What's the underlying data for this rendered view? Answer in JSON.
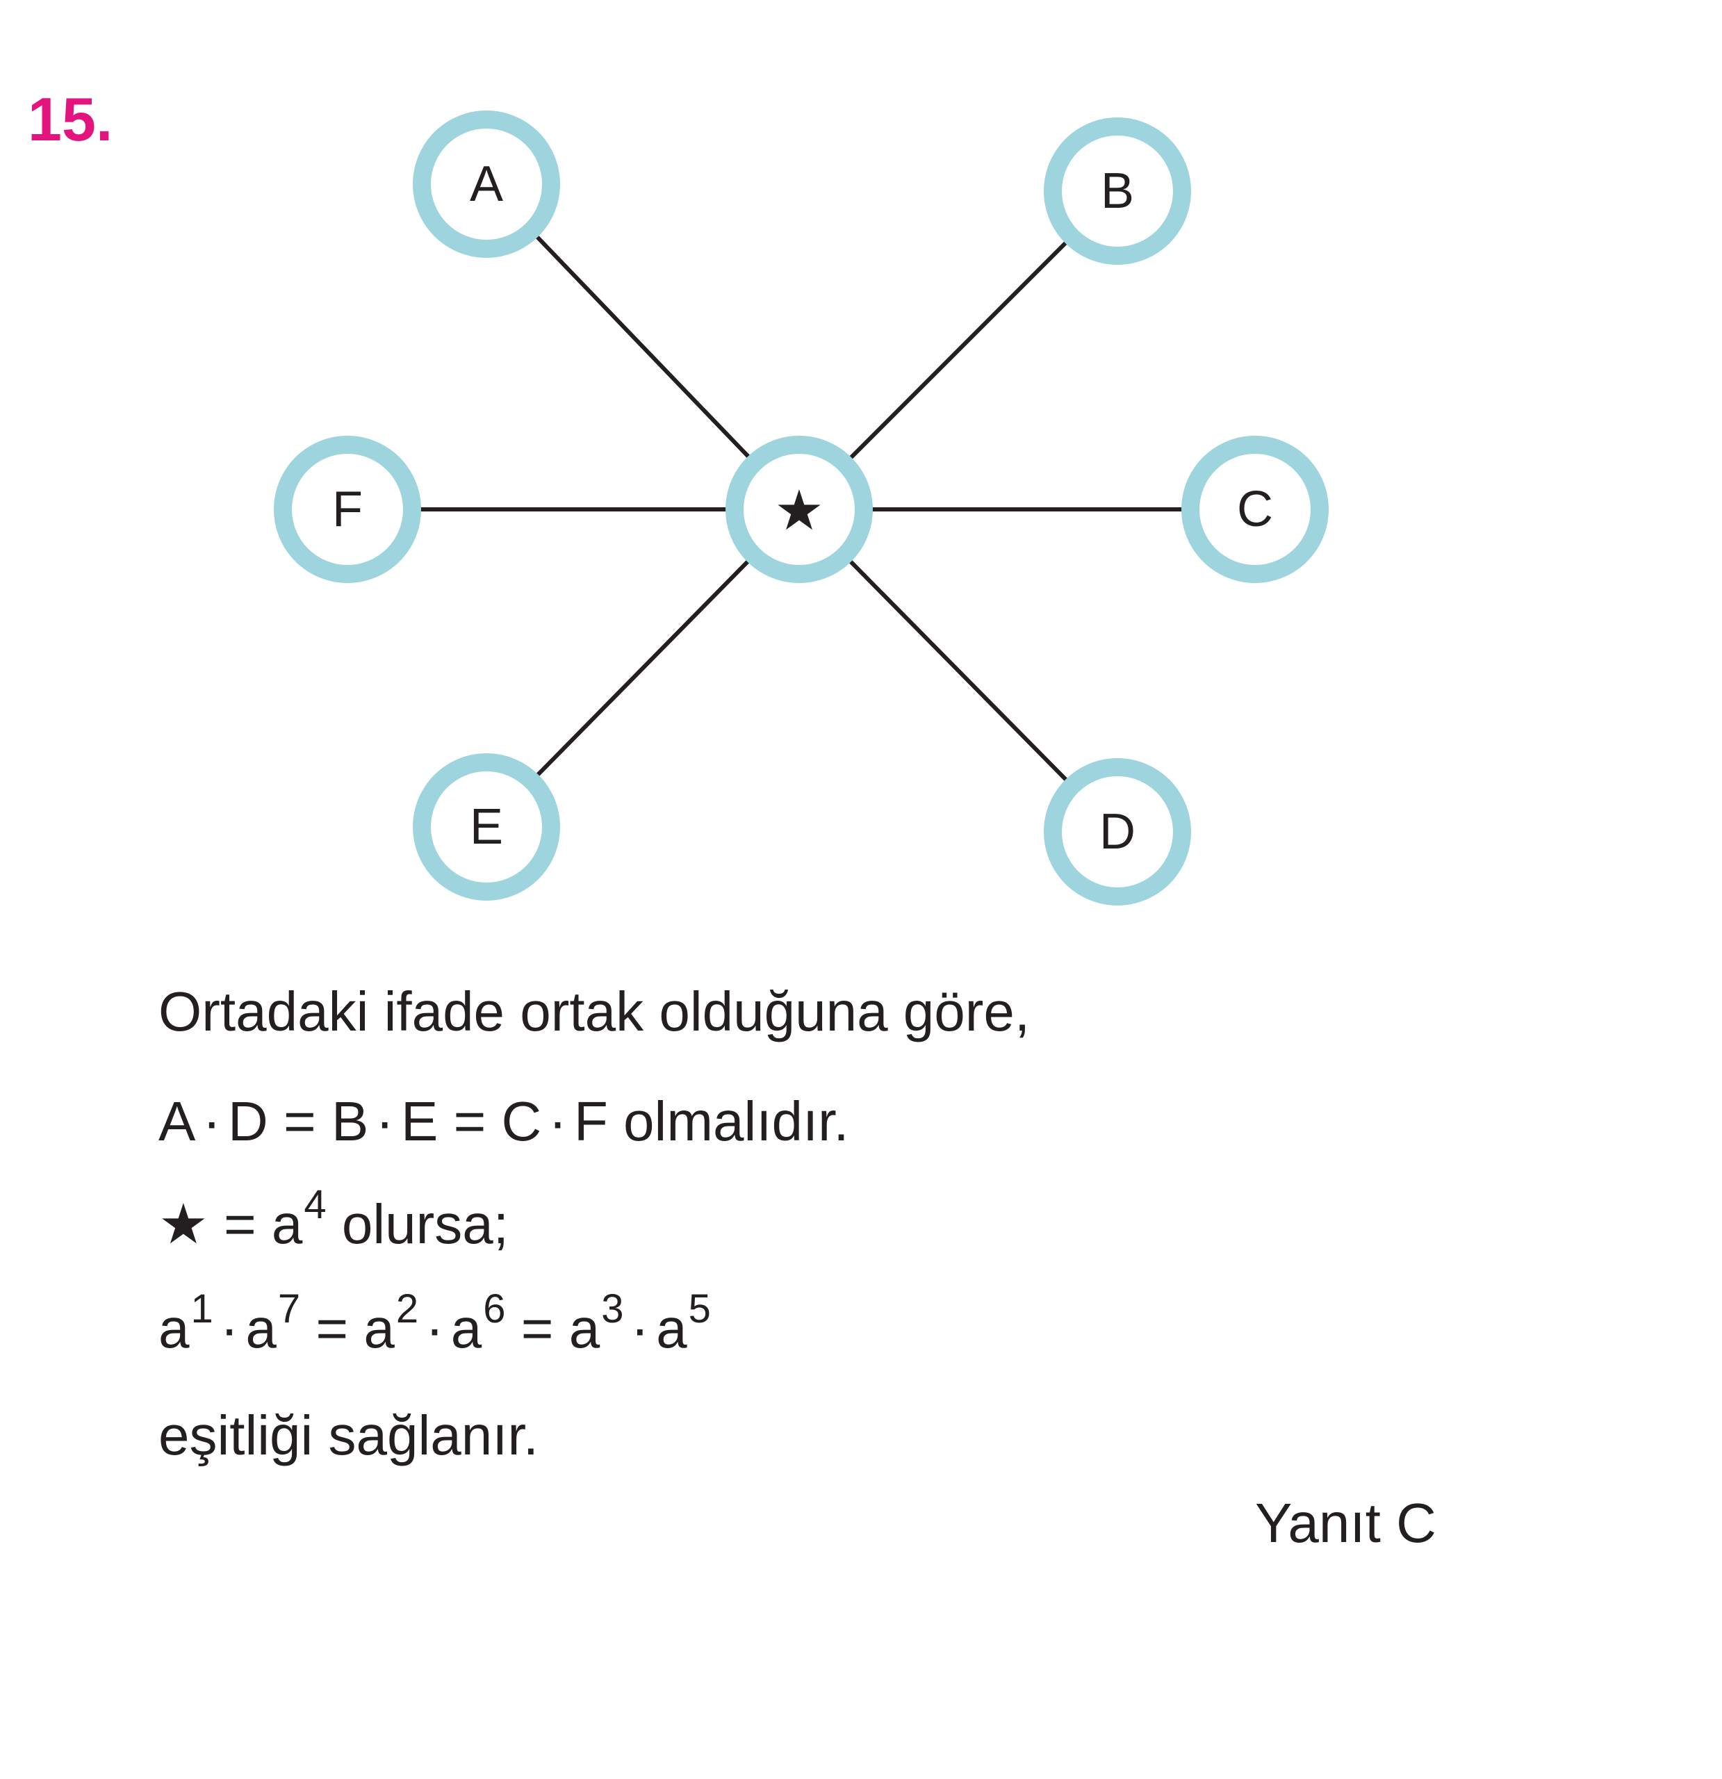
{
  "question_number": "15.",
  "colors": {
    "number": "#e3147e",
    "ring": "#9dd4de",
    "ring_inner": "#ffffff",
    "line": "#231f20",
    "text": "#231f20"
  },
  "diagram": {
    "center_label": "★",
    "nodes": [
      {
        "id": "A",
        "label": "A"
      },
      {
        "id": "B",
        "label": "B"
      },
      {
        "id": "C",
        "label": "C"
      },
      {
        "id": "D",
        "label": "D"
      },
      {
        "id": "E",
        "label": "E"
      },
      {
        "id": "F",
        "label": "F"
      }
    ]
  },
  "explanation": {
    "line1": "Ortadaki ifade ortak olduğuna göre,",
    "line2": {
      "t1": "A",
      "t2": "D",
      "t3": "B",
      "t4": "E",
      "t5": "C",
      "t6": "F",
      "suffix": "olmalıdır."
    },
    "line3": {
      "star": "★",
      "base": "a",
      "exp": "4",
      "suffix": "olursa;"
    },
    "line4": {
      "base": "a",
      "exps": [
        "1",
        "7",
        "2",
        "6",
        "3",
        "5"
      ]
    },
    "line5": "eşitliği sağlanır."
  },
  "answer": "Yanıt C"
}
